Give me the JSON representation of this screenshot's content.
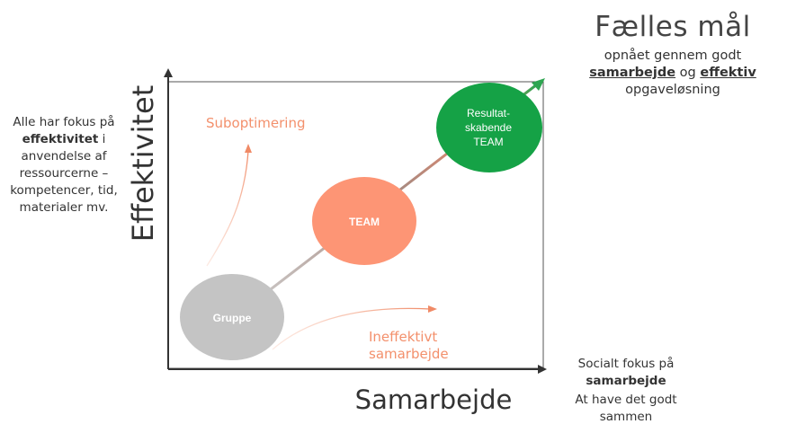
{
  "header": {
    "title": "Fælles mål",
    "subtitle_line1": "opnået gennem godt",
    "subtitle_kw1": "samarbejde",
    "subtitle_conj": " og ",
    "subtitle_kw2": "effektiv",
    "subtitle_line3": "opgaveløsning"
  },
  "axes": {
    "y_label": "Effektivitet",
    "x_label": "Samarbejde"
  },
  "left_note": {
    "line1": "Alle har fokus på",
    "keyword": "effektivitet",
    "rest1": " i",
    "rest2": "anvendelse af",
    "rest3": "ressourcerne –",
    "rest4": "kompetencer, tid,",
    "rest5": "materialer mv."
  },
  "right_note": {
    "line1": "Socialt fokus på",
    "keyword": "samarbejde",
    "line3": "At have det godt",
    "line4": "sammen"
  },
  "zones": {
    "upper": "Suboptimering",
    "lower_line1": "Ineffektivt",
    "lower_line2": "samarbejde"
  },
  "nodes": {
    "gruppe": "Gruppe",
    "team": "TEAM",
    "result_line1": "Resultat-",
    "result_line2": "skabende",
    "result_line3": "TEAM"
  },
  "colors": {
    "gruppe": "#c4c4c4",
    "team": "#fd9575",
    "result": "#15a246",
    "accent": "#f3906c",
    "axis": "#333333"
  }
}
